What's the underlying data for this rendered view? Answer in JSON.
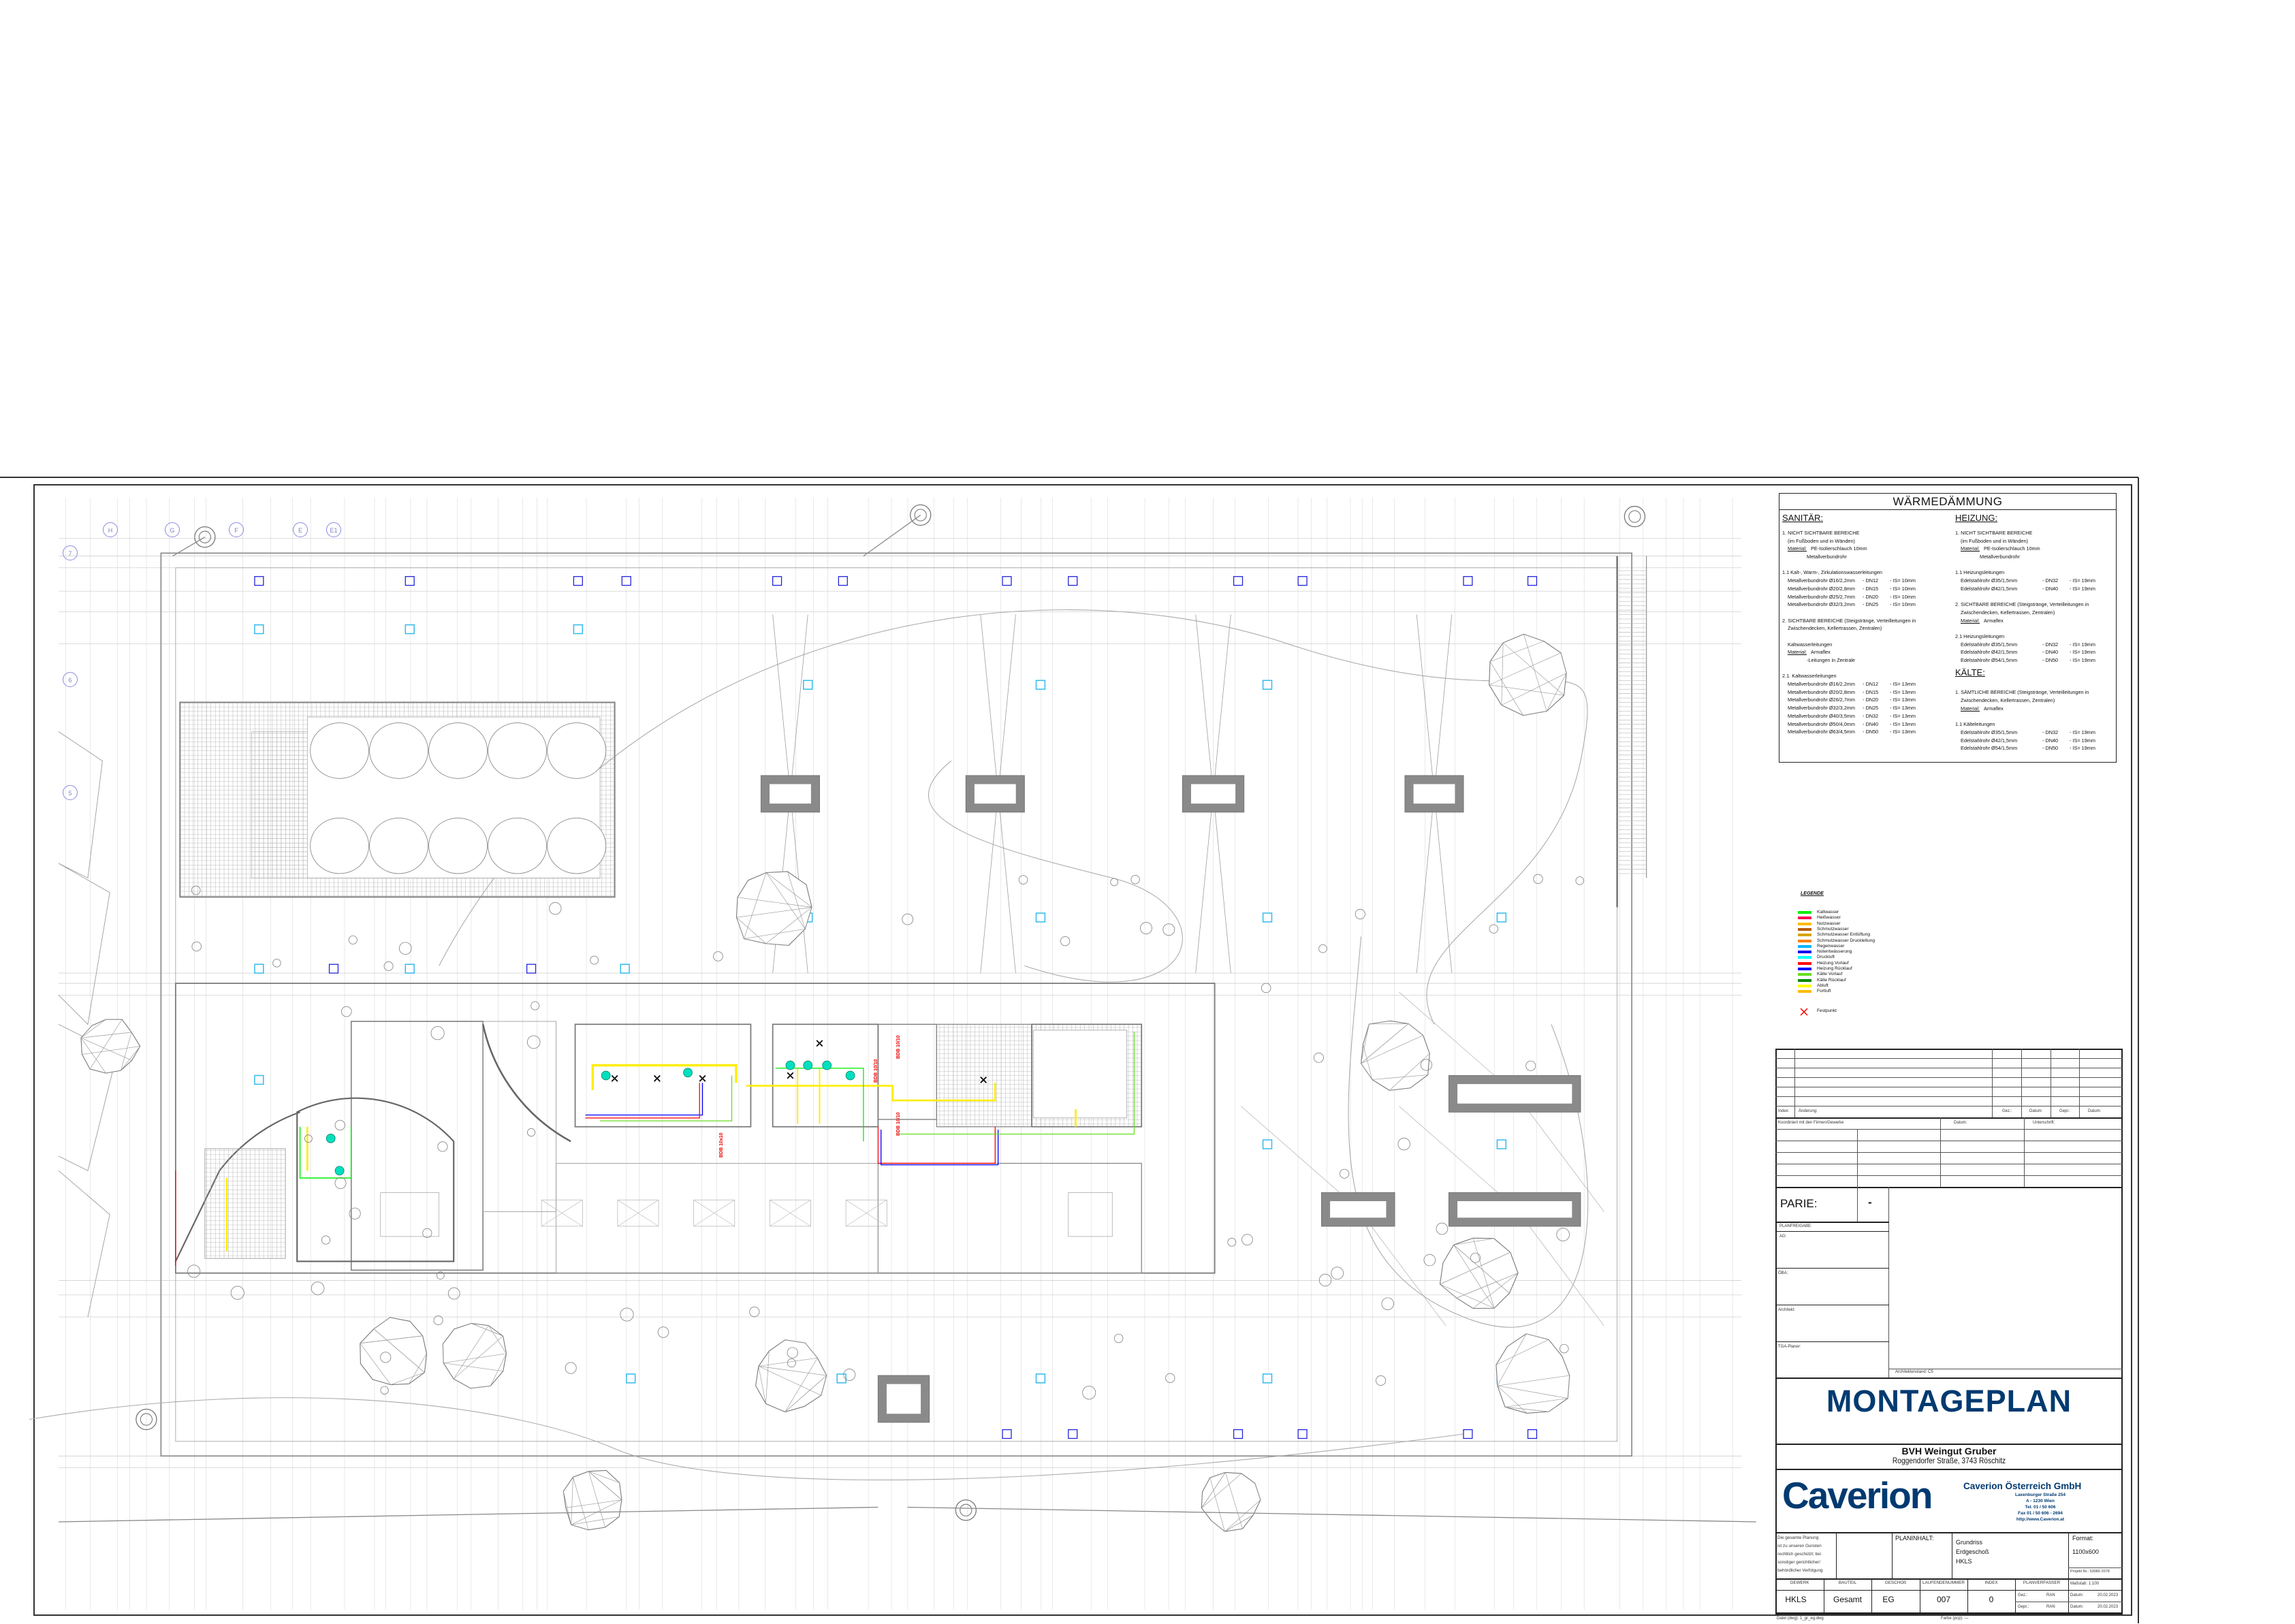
{
  "insulation": {
    "title": "WÄRMEDÄMMUNG",
    "sanitaer": {
      "heading": "SANITÄR:",
      "lines": [
        {
          "kind": "item",
          "t": "1. NICHT SICHTBARE BEREICHE"
        },
        {
          "kind": "sub",
          "t": "(im Fußboden und in Wänden)"
        },
        {
          "kind": "mat",
          "m": "Material:",
          "t": "PE-Isolierschlauch 10mm"
        },
        {
          "kind": "note",
          "t": "Metallverbundrohr"
        },
        {
          "kind": "space"
        },
        {
          "kind": "item",
          "t": "1.1 Kalt-, Warm-, Zirkulationswasserleitungen"
        },
        {
          "kind": "pipe",
          "p": [
            "Metallverbundrohr Ø16/2,2mm",
            "- DN12",
            "- IS= 10mm"
          ]
        },
        {
          "kind": "pipe",
          "p": [
            "Metallverbundrohr Ø20/2,8mm",
            "- DN15",
            "- IS= 10mm"
          ]
        },
        {
          "kind": "pipe",
          "p": [
            "Metallverbundrohr Ø25/2,7mm",
            "- DN20",
            "- IS= 10mm"
          ]
        },
        {
          "kind": "pipe",
          "p": [
            "Metallverbundrohr Ø32/3,2mm",
            "- DN25",
            "- IS= 10mm"
          ]
        },
        {
          "kind": "space"
        },
        {
          "kind": "item",
          "t": "2. SICHTBARE BEREICHE (Steigstränge, Verteilleitungen in"
        },
        {
          "kind": "sub",
          "t": "Zwischendecken, Kellertrassen, Zentralen)"
        },
        {
          "kind": "space"
        },
        {
          "kind": "sub",
          "t": "Kaltwasserleitungen"
        },
        {
          "kind": "mat",
          "m": "Material:",
          "t": "Armaflex"
        },
        {
          "kind": "note",
          "t": "-Leitungen in Zentrale"
        },
        {
          "kind": "space"
        },
        {
          "kind": "item",
          "t": "2.1. Kaltwasserleitungen"
        },
        {
          "kind": "pipe",
          "p": [
            "Metallverbundrohr Ø16/2,2mm",
            "- DN12",
            "- IS= 13mm"
          ]
        },
        {
          "kind": "pipe",
          "p": [
            "Metallverbundrohr Ø20/2,8mm",
            "- DN15",
            "- IS= 13mm"
          ]
        },
        {
          "kind": "pipe",
          "p": [
            "Metallverbundrohr Ø26/2,7mm",
            "- DN20",
            "- IS= 13mm"
          ]
        },
        {
          "kind": "pipe",
          "p": [
            "Metallverbundrohr Ø32/3,2mm",
            "- DN25",
            "- IS= 13mm"
          ]
        },
        {
          "kind": "pipe",
          "p": [
            "Metallverbundrohr Ø40/3,5mm",
            "- DN32",
            "- IS= 13mm"
          ]
        },
        {
          "kind": "pipe",
          "p": [
            "Metallverbundrohr Ø50/4,0mm",
            "- DN40",
            "- IS= 13mm"
          ]
        },
        {
          "kind": "pipe",
          "p": [
            "Metallverbundrohr Ø63/4,5mm",
            "- DN50",
            "- IS= 13mm"
          ]
        }
      ]
    },
    "heizung": {
      "heading": "HEIZUNG:",
      "lines": [
        {
          "kind": "item",
          "t": "1. NICHT SICHTBARE BEREICHE"
        },
        {
          "kind": "sub",
          "t": "(im Fußboden und in Wänden)"
        },
        {
          "kind": "mat",
          "m": "Material:",
          "t": "PE-Isolierschlauch 10mm"
        },
        {
          "kind": "note",
          "t": "Metallverbundrohr"
        },
        {
          "kind": "space"
        },
        {
          "kind": "item",
          "t": "1.1 Heizungsleitungen"
        },
        {
          "kind": "pipe",
          "p": [
            "Edelstahlrohr Ø35/1,5mm",
            "- DN32",
            "- IS= 19mm"
          ]
        },
        {
          "kind": "pipe",
          "p": [
            "Edelstahlrohr Ø42/1,5mm",
            "- DN40",
            "- IS= 19mm"
          ]
        },
        {
          "kind": "space"
        },
        {
          "kind": "item",
          "t": "2. SICHTBARE BEREICHE (Steigstränge, Verteilleitungen in"
        },
        {
          "kind": "sub",
          "t": "Zwischendecken, Kellertrassen, Zentralen)"
        },
        {
          "kind": "mat",
          "m": "Material:",
          "t": "Armaflex"
        },
        {
          "kind": "space"
        },
        {
          "kind": "item",
          "t": "2.1 Heizungsleitungen"
        },
        {
          "kind": "pipe",
          "p": [
            "Edelstahlrohr Ø35/1,5mm",
            "- DN32",
            "- IS= 19mm"
          ]
        },
        {
          "kind": "pipe",
          "p": [
            "Edelstahlrohr Ø42/1,5mm",
            "- DN40",
            "- IS= 19mm"
          ]
        },
        {
          "kind": "pipe",
          "p": [
            "Edelstahlrohr Ø54/1,5mm",
            "- DN50",
            "- IS= 19mm"
          ]
        },
        {
          "kind": "heading",
          "t": "KÄLTE:"
        },
        {
          "kind": "space"
        },
        {
          "kind": "item",
          "t": "1. SÄMTLICHE BEREICHE (Steigstränge, Verteilleitungen in"
        },
        {
          "kind": "sub",
          "t": "Zwischendecken, Kellertrassen, Zentralen)"
        },
        {
          "kind": "mat",
          "m": "Material:",
          "t": "Armaflex"
        },
        {
          "kind": "space"
        },
        {
          "kind": "item",
          "t": "1.1 Kälteleitungen"
        },
        {
          "kind": "pipe",
          "p": [
            "Edelstahlrohr Ø35/1,5mm",
            "- DN32",
            "- IS= 19mm"
          ]
        },
        {
          "kind": "pipe",
          "p": [
            "Edelstahlrohr Ø42/1,5mm",
            "- DN40",
            "- IS= 19mm"
          ]
        },
        {
          "kind": "pipe",
          "p": [
            "Edelstahlrohr Ø54/1,5mm",
            "- DN50",
            "- IS= 19mm"
          ]
        }
      ]
    }
  },
  "legend": {
    "title": "LEGENDE",
    "items": [
      {
        "label": "Kaltwasser",
        "color": "#00ee00"
      },
      {
        "label": "Heißwasser",
        "color": "#ff0055"
      },
      {
        "label": "Nutzwasser",
        "color": "#ffbb00"
      },
      {
        "label": "Schmutzwasser",
        "color": "#b85c00"
      },
      {
        "label": "Schmutzwasser Entlüftung",
        "color": "#d8a400"
      },
      {
        "label": "Schmutzwasser Druckleitung",
        "color": "#ff8000"
      },
      {
        "label": "Regenwasser",
        "color": "#00b4ff"
      },
      {
        "label": "Notentwässerung",
        "color": "#0000ee"
      },
      {
        "label": "Druckluft",
        "color": "#00ffff"
      },
      {
        "label": "Heizung Vorlauf",
        "color": "#ff0000"
      },
      {
        "label": "Heizung Rücklauf",
        "color": "#0000ff"
      },
      {
        "label": "Kälte Vorlauf",
        "color": "#66dd22"
      },
      {
        "label": "Kälte Rücklauf",
        "color": "#008800"
      },
      {
        "label": "Abluft",
        "color": "#ffff00"
      },
      {
        "label": "Fortluft",
        "color": "#ffbb00"
      }
    ],
    "fixpoint_label": "Festpunkt",
    "fixpoint_color": "#ff0000"
  },
  "drawing": {
    "grid_axes": [
      "H",
      "G",
      "F",
      "E",
      "E1",
      "7",
      "6",
      "5"
    ],
    "pipe_labels": [
      "BDB 10x10",
      "BDB 10/10",
      "BDB 10/10",
      "BDB 10/10"
    ]
  },
  "titleblock": {
    "revision": {
      "index": "Index:",
      "change": "Änderung:",
      "drawn": "Gez.:",
      "date1": "Datum:",
      "checked": "Gepr.:",
      "date2": "Datum:"
    },
    "coordination": {
      "header": "Koordiniert mit den Firmen/Gewerke",
      "date": "Datum:",
      "signature": "Unterschrift:"
    },
    "parie": {
      "label": "PARIE:",
      "value": "-"
    },
    "approval": {
      "header": "PLANFREIGABE:",
      "ag": "AG:",
      "oeba": "ÖBA:",
      "architect": "Architekt:",
      "tga": "TGA-Planer:"
    },
    "architect_state": "Architektenstand: C5",
    "plan_title": "MONTAGEPLAN",
    "project_name": "BVH Weingut Gruber",
    "project_address": "Roggendorfer Straße, 3743 Röschitz",
    "company": {
      "logo": "Caverion",
      "name": "Caverion Österreich GmbH",
      "street": "Laxenburger Straße 254",
      "city": "A - 1230 Wien",
      "tel": "Tel. 01 / 50 606",
      "fax": "Fax 01 / 50 606 - 2694",
      "web": "http://www.Caverion.at",
      "brand_color": "#003a70"
    },
    "disclaimer": [
      "Die gesamte Planung",
      "ist zu unseren Gunsten",
      "rechtlich geschützt; bei",
      "sonstiger gerichtlicher/",
      "behördlicher Verfolgung"
    ],
    "plan_content_label": "PLANINHALT:",
    "plan_content": [
      "Grundriss",
      "Erdgeschoß",
      "HKLS"
    ],
    "format_label": "Format:",
    "format_value": "1100x600",
    "project_no": "Projekt Nr.: 53080 2078",
    "headers": {
      "gewerk": "GEWERK",
      "bauteil": "BAUTEIL",
      "geschoss": "GESCHOß",
      "laufnr": "LAUFENDENUMMER",
      "index": "INDEX",
      "verfasser": "PLANVERFASSER"
    },
    "values": {
      "gewerk": "HKLS",
      "bauteil": "Gesamt",
      "geschoss": "EG",
      "laufnr": "007",
      "index": "0"
    },
    "drawn_label": "Gez.:",
    "drawn_by": "RAN",
    "checked_label": "Gepr.:",
    "checked_by": "RAN",
    "scale_label": "Maßstab:",
    "scale_value": "1:100",
    "date_label": "Datum:",
    "date_drawn": "20.02.2023",
    "date_checked": "20.02.2023",
    "file": "Datei (dwg): 1_gr_eg.dwg",
    "pen": "Farbe (pcp): —"
  }
}
